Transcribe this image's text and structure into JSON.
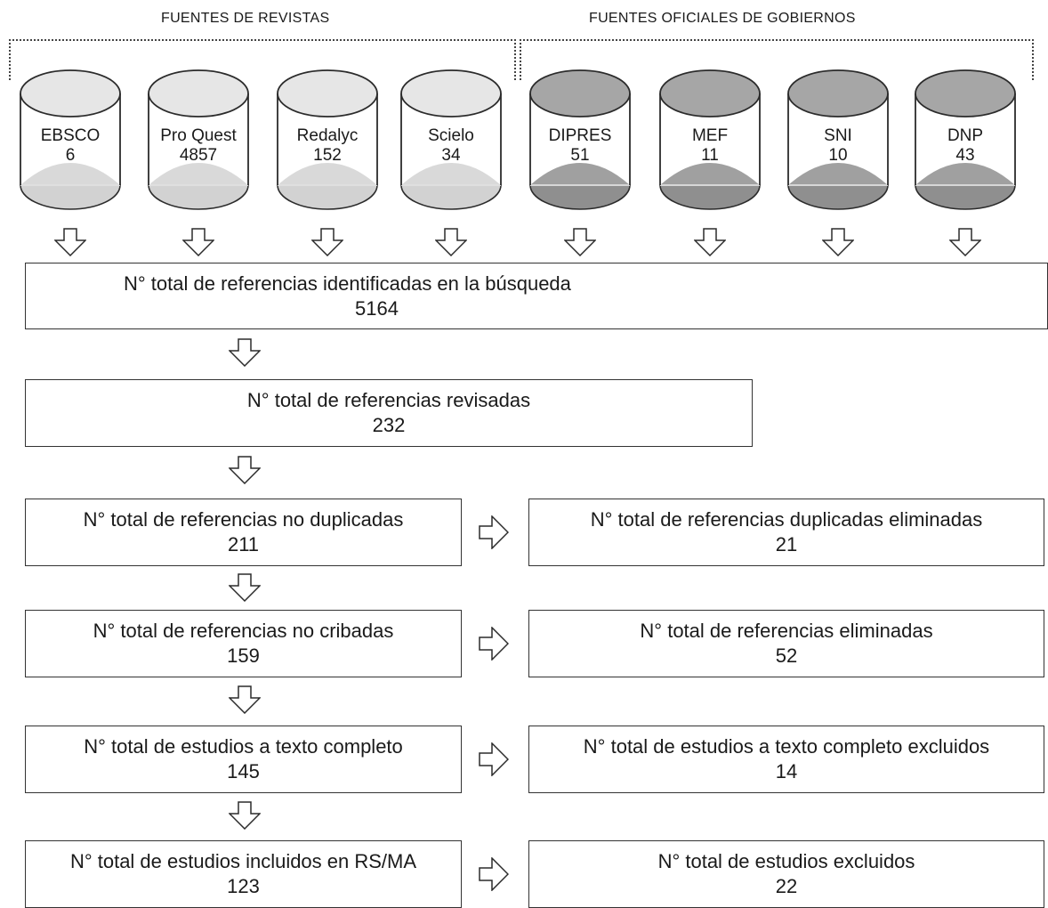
{
  "groups": {
    "journals_label": "FUENTES DE REVISTAS",
    "government_label": "FUENTES OFICIALES DE GOBIERNOS"
  },
  "sources": [
    {
      "name": "EBSCO",
      "count": "6",
      "type": "journal"
    },
    {
      "name": "Pro Quest",
      "count": "4857",
      "type": "journal"
    },
    {
      "name": "Redalyc",
      "count": "152",
      "type": "journal"
    },
    {
      "name": "Scielo",
      "count": "34",
      "type": "journal"
    },
    {
      "name": "DIPRES",
      "count": "51",
      "type": "government"
    },
    {
      "name": "MEF",
      "count": "11",
      "type": "government"
    },
    {
      "name": "SNI",
      "count": "10",
      "type": "government"
    },
    {
      "name": "DNP",
      "count": "43",
      "type": "government"
    }
  ],
  "colors": {
    "journal_fill": "#e6e6e6",
    "journal_base": "#d2d2d2",
    "government_fill": "#a6a6a6",
    "government_base": "#8f8f8f",
    "stroke": "#2b2b2b"
  },
  "flow": {
    "identified": {
      "label": "N° total de referencias identificadas en la búsqueda",
      "value": "5164"
    },
    "reviewed": {
      "label": "N° total de referencias revisadas",
      "value": "232"
    },
    "not_duplicated": {
      "label": "N° total de referencias no duplicadas",
      "value": "211"
    },
    "duplicates_removed": {
      "label": "N° total de referencias duplicadas eliminadas",
      "value": "21"
    },
    "not_screened": {
      "label": "N° total de referencias no cribadas",
      "value": "159"
    },
    "removed": {
      "label": "N° total de referencias eliminadas",
      "value": "52"
    },
    "full_text": {
      "label": "N° total de estudios a texto completo",
      "value": "145"
    },
    "full_text_excluded": {
      "label": "N° total de estudios a texto completo excluidos",
      "value": "14"
    },
    "included": {
      "label": "N° total de estudios incluidos en RS/MA",
      "value": "123"
    },
    "excluded": {
      "label": "N° total de estudios excluidos",
      "value": "22"
    }
  }
}
